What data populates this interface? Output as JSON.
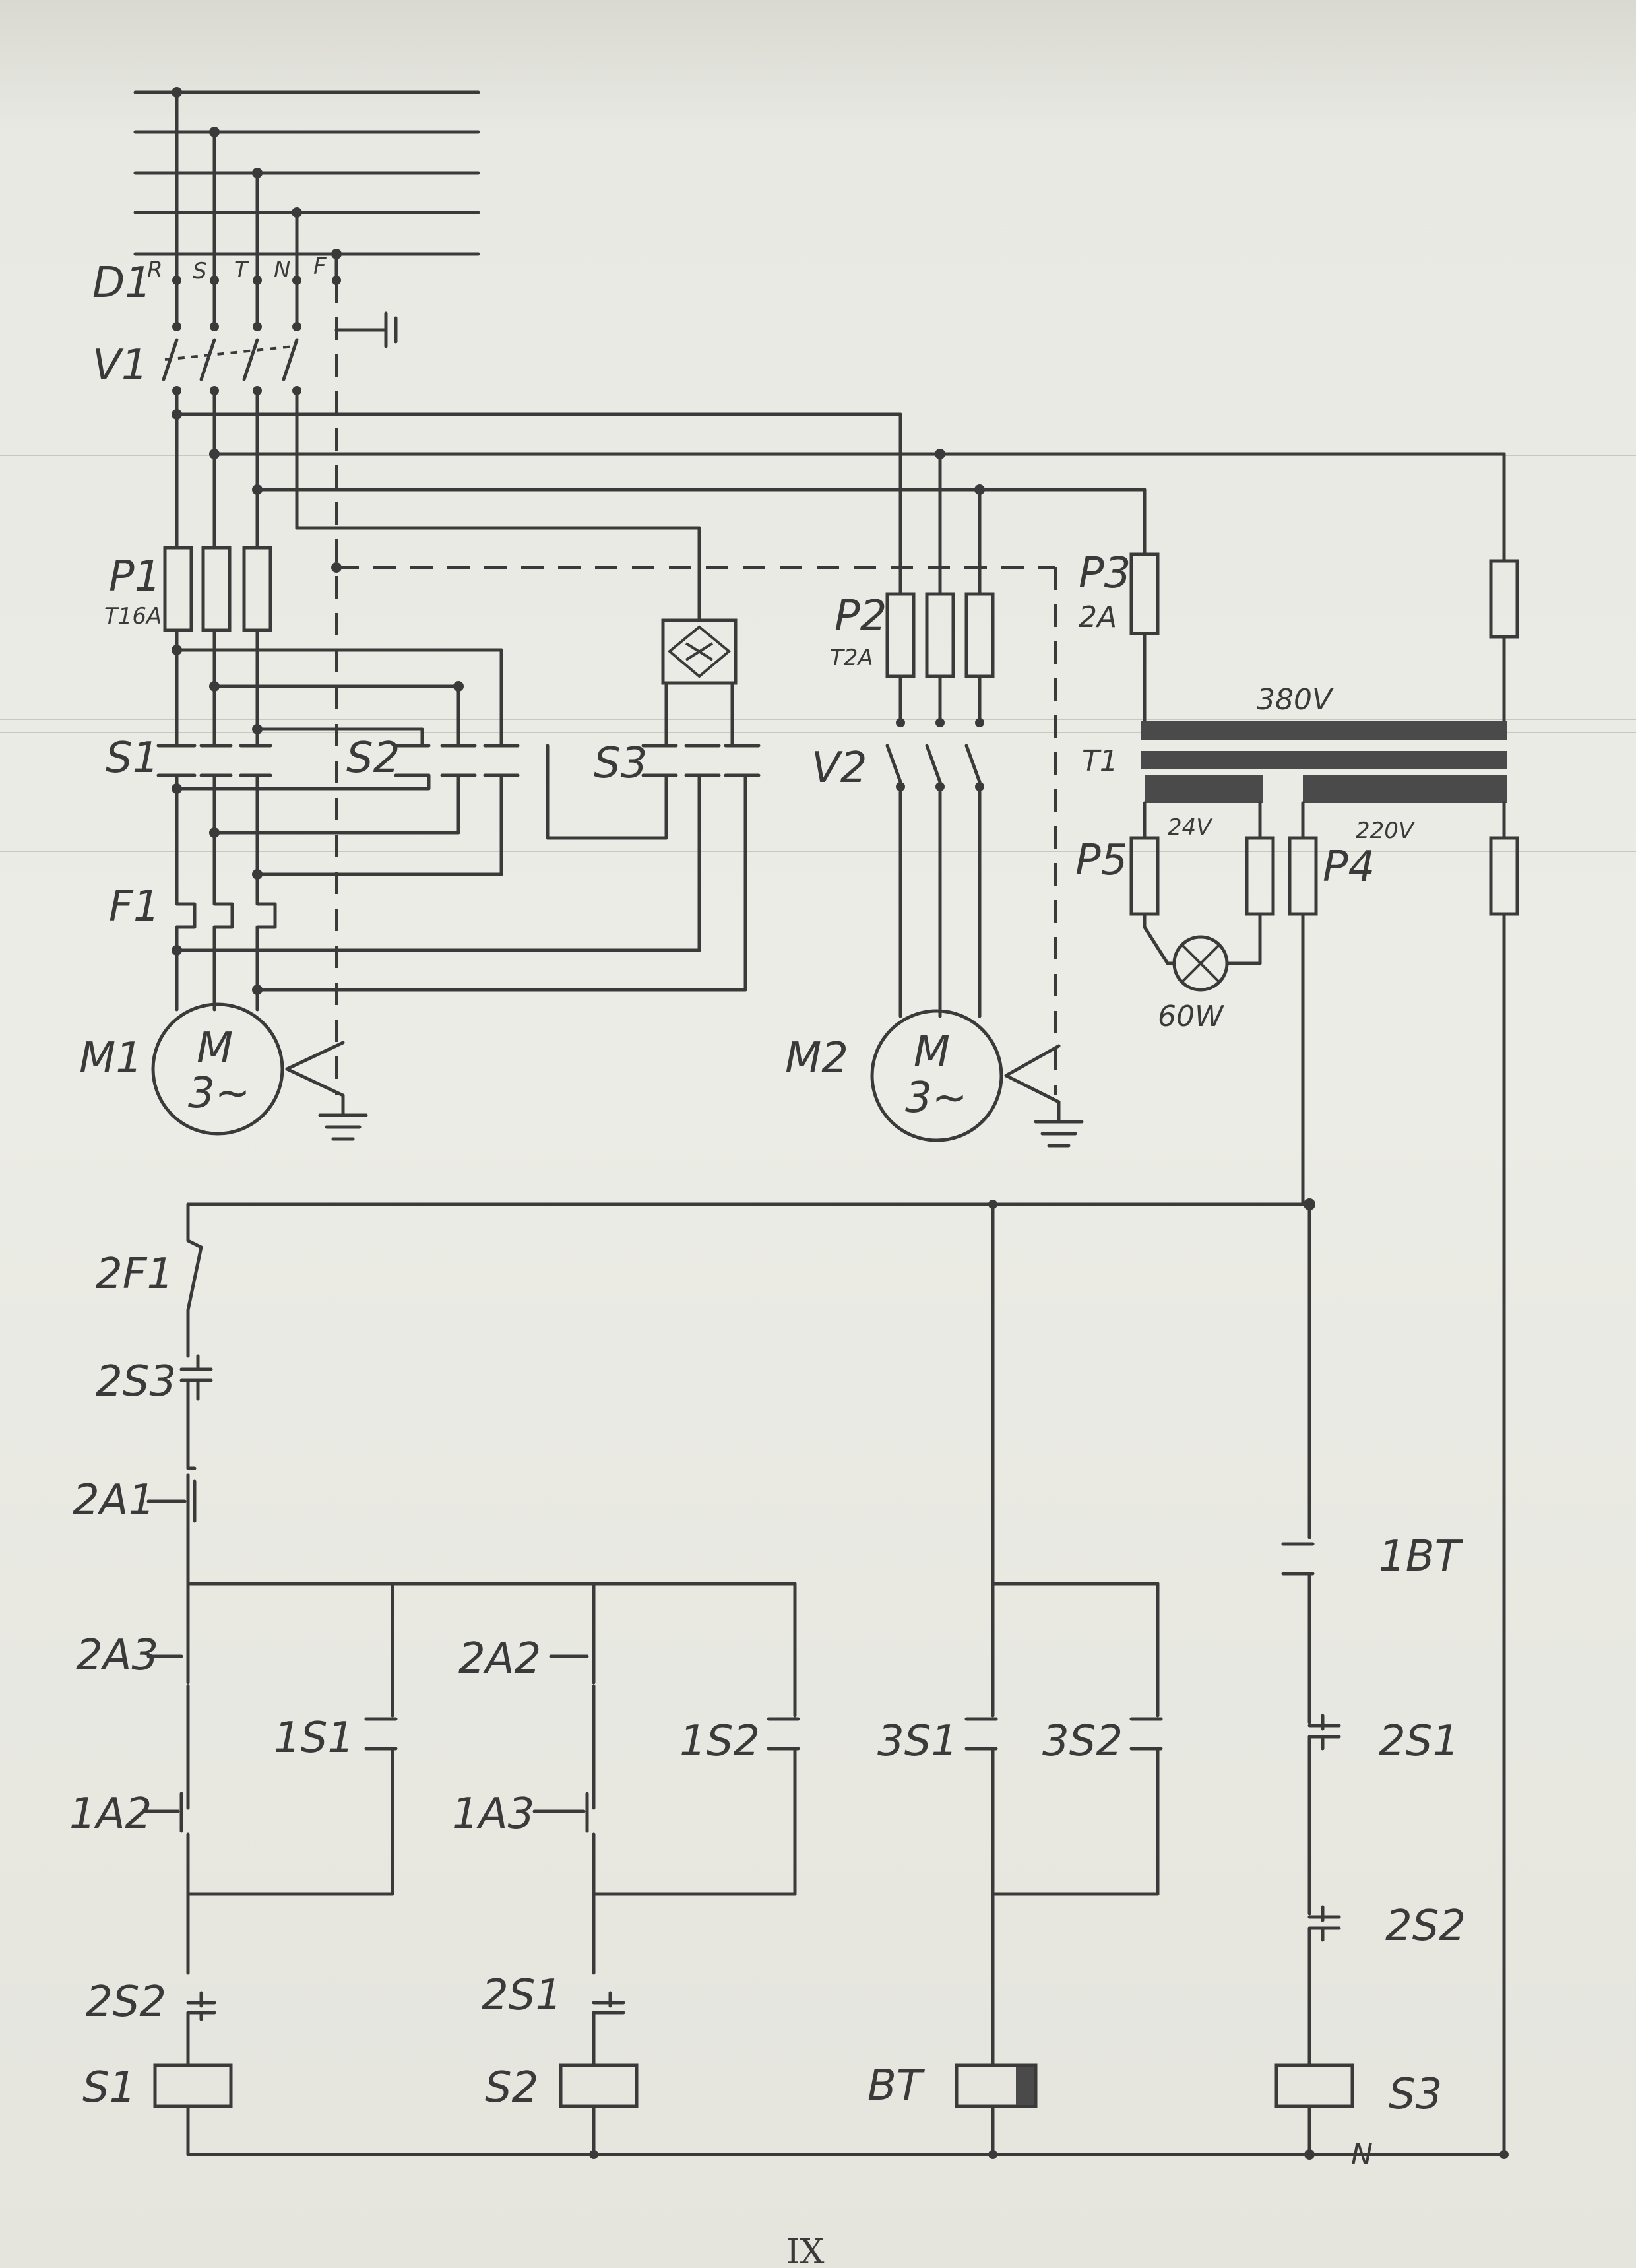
{
  "labels": {
    "main_switch": "D1",
    "supply_terminals": [
      "R",
      "S",
      "T",
      "N",
      "F"
    ],
    "main_isolator": "V1",
    "fuse_p1": "P1",
    "fuse_p1_rating": "T16A",
    "fuse_p2": "P2",
    "fuse_p2_rating": "T2A",
    "fuse_p3": "P3",
    "fuse_p3_rating": "2A",
    "fuse_p4": "P4",
    "fuse_p5": "P5",
    "contactor_s1": "S1",
    "contactor_s2": "S2",
    "contactor_s3": "S3",
    "isolator_v2": "V2",
    "transformer": "T1",
    "transformer_primary": "380V",
    "transformer_secondary_low": "24V",
    "transformer_secondary_high": "220V",
    "lamp_rating": "60W",
    "overload_f1": "F1",
    "motor_m1": "M1",
    "motor_m2": "M2",
    "motor_symbol": "M",
    "motor_type": "3~",
    "ctrl_2f1": "2F1",
    "ctrl_2s3": "2S3",
    "ctrl_2a1": "2A1",
    "ctrl_2a3": "2A3",
    "ctrl_1a2": "1A2",
    "ctrl_1s1": "1S1",
    "ctrl_2a2": "2A2",
    "ctrl_1a3": "1A3",
    "ctrl_1s2": "1S2",
    "ctrl_3s1": "3S1",
    "ctrl_3s2": "3S2",
    "ctrl_1bt": "1BT",
    "ctrl_2s1_right": "2S1",
    "ctrl_2s2_right": "2S2",
    "ctrl_2s2_left": "2S2",
    "ctrl_2s1_mid": "2S1",
    "coil_s1": "S1",
    "coil_s2": "S2",
    "coil_bt": "BT",
    "coil_s3": "S3",
    "neutral": "N",
    "page_number": "IX"
  },
  "colors": {
    "paper": "#e9e9e3",
    "ink": "#3a3a3a"
  }
}
